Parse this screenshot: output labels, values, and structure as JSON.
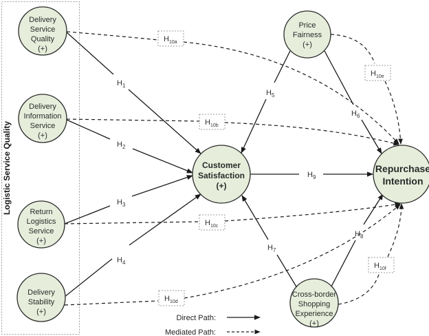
{
  "group": {
    "label": "Logistic Service Quality"
  },
  "colors": {
    "node_fill": "#e6eedb",
    "node_stroke": "#2b2b2b",
    "line": "#1a1a1a",
    "box_stroke": "#9a9a9a"
  },
  "nodes": {
    "dsq": {
      "lines": [
        "Delivery",
        "Service",
        "Quality",
        "(+)"
      ]
    },
    "dis": {
      "lines": [
        "Delivery",
        "Information",
        "Service",
        "(+)"
      ]
    },
    "rls": {
      "lines": [
        "Return",
        "Logistics",
        "Service",
        "(+)"
      ]
    },
    "ds": {
      "lines": [
        "Delivery",
        "Stability",
        "(+)"
      ]
    },
    "cs": {
      "lines": [
        "Customer",
        "Satisfaction",
        "(+)"
      ]
    },
    "pf": {
      "lines": [
        "Price",
        "Fairness",
        "(+)"
      ]
    },
    "ri": {
      "lines": [
        "Repurchase",
        "Intention"
      ]
    },
    "cse": {
      "lines": [
        "Cross-border",
        "Shopping",
        "Experience",
        "(+)"
      ]
    }
  },
  "hypotheses": {
    "h1": {
      "main": "H",
      "sub": "1"
    },
    "h2": {
      "main": "H",
      "sub": "2"
    },
    "h3": {
      "main": "H",
      "sub": "3"
    },
    "h4": {
      "main": "H",
      "sub": "4"
    },
    "h5": {
      "main": "H",
      "sub": "5"
    },
    "h6": {
      "main": "H",
      "sub": "6"
    },
    "h7": {
      "main": "H",
      "sub": "7"
    },
    "h8": {
      "main": "H",
      "sub": "8"
    },
    "h9": {
      "main": "H",
      "sub": "9"
    },
    "h10a": {
      "main": "H",
      "sub": "10a"
    },
    "h10b": {
      "main": "H",
      "sub": "10b"
    },
    "h10c": {
      "main": "H",
      "sub": "10c"
    },
    "h10d": {
      "main": "H",
      "sub": "10d"
    },
    "h10e": {
      "main": "H",
      "sub": "10e"
    },
    "h10f": {
      "main": "H",
      "sub": "10f"
    }
  },
  "legend": {
    "direct": "Direct Path:",
    "mediated": "Mediated Path:"
  }
}
